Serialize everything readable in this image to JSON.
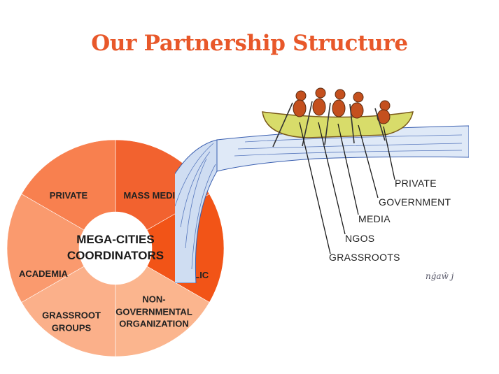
{
  "title": "Our Partnership Structure",
  "wheel": {
    "center_line1": "MEGA-CITIES",
    "center_line2": "COORDINATORS",
    "segments": [
      {
        "label": "MASS MEDIA",
        "color": "#f2622f"
      },
      {
        "label": "PUBLIC",
        "color": "#f25417"
      },
      {
        "label": "NON-\nGOVERNMENTAL\nORGANIZATION",
        "color": "#fbb58e"
      },
      {
        "label": "GRASSROOT\nGROUPS",
        "color": "#fbb08a"
      },
      {
        "label": "ACADEMIA",
        "color": "#fa9a6e"
      },
      {
        "label": "PRIVATE",
        "color": "#f8804f"
      }
    ]
  },
  "boat": {
    "labels": [
      "PRIVATE",
      "GOVERNMENT",
      "MEDIA",
      "NGOS",
      "GRASSROOTS"
    ]
  }
}
